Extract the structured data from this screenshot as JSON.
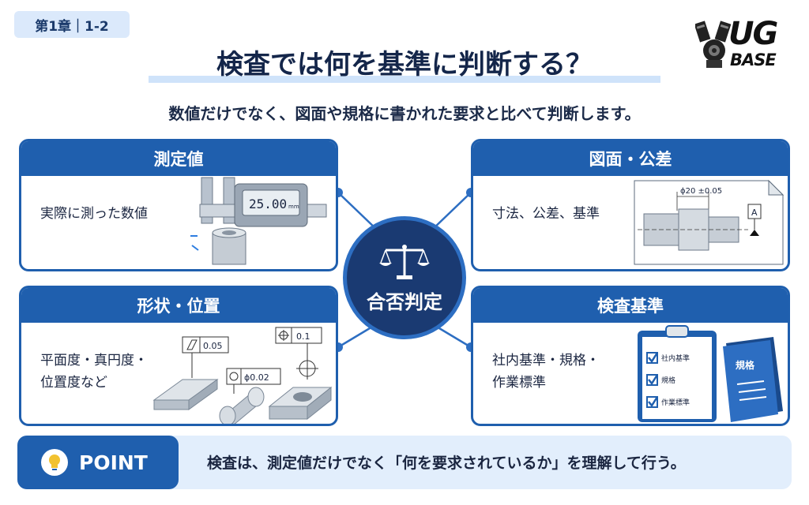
{
  "chapter": "第1章｜1-2",
  "title": "検査では何を基準に判断する？",
  "subtitle": "数値だけでなく、図面や規格に書かれた要求と比べて判断します。",
  "logo": {
    "line1": "UG",
    "line2": "BASE"
  },
  "center": {
    "label": "合否判定",
    "icon": "balance-scale-icon"
  },
  "cards": {
    "measured": {
      "title": "測定値",
      "text": "実際に測った数値",
      "caliper_reading": "25.00",
      "caliper_unit": "mm"
    },
    "drawing": {
      "title": "図面・公差",
      "text": "寸法、公差、基準",
      "dimension": "ϕ20 ±0.05",
      "datum": "A"
    },
    "geometry": {
      "title": "形状・位置",
      "text_line1": "平面度・真円度・",
      "text_line2": "位置度など",
      "flatness": "0.05",
      "circularity": "ϕ0.02",
      "position": "0.1"
    },
    "criteria": {
      "title": "検査基準",
      "text_line1": "社内基準・規格・",
      "text_line2": "作業標準",
      "checklist": [
        "社内基準",
        "規格",
        "作業標準"
      ],
      "book_label": "規格"
    }
  },
  "point": {
    "label": "POINT",
    "text_before": "検査は、測定値だけでなく",
    "text_highlight": "「何を要求されているか」",
    "text_after": "を理解して行う。"
  },
  "colors": {
    "primary": "#1f5fae",
    "navy": "#1a3a72",
    "light": "#e2eefc"
  }
}
